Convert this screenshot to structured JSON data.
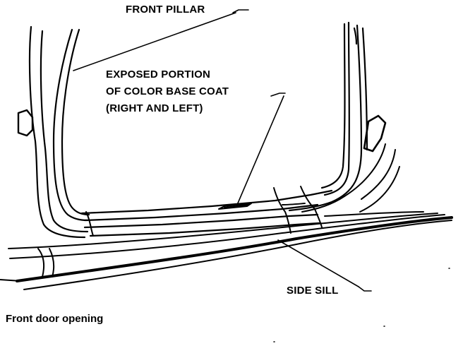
{
  "labels": {
    "front_pillar": "FRONT PILLAR",
    "exposed_line1": "EXPOSED PORTION",
    "exposed_line2": "OF COLOR BASE COAT",
    "exposed_line3": "(RIGHT AND LEFT)",
    "side_sill": "SIDE SILL"
  },
  "caption": "Front door opening"
}
